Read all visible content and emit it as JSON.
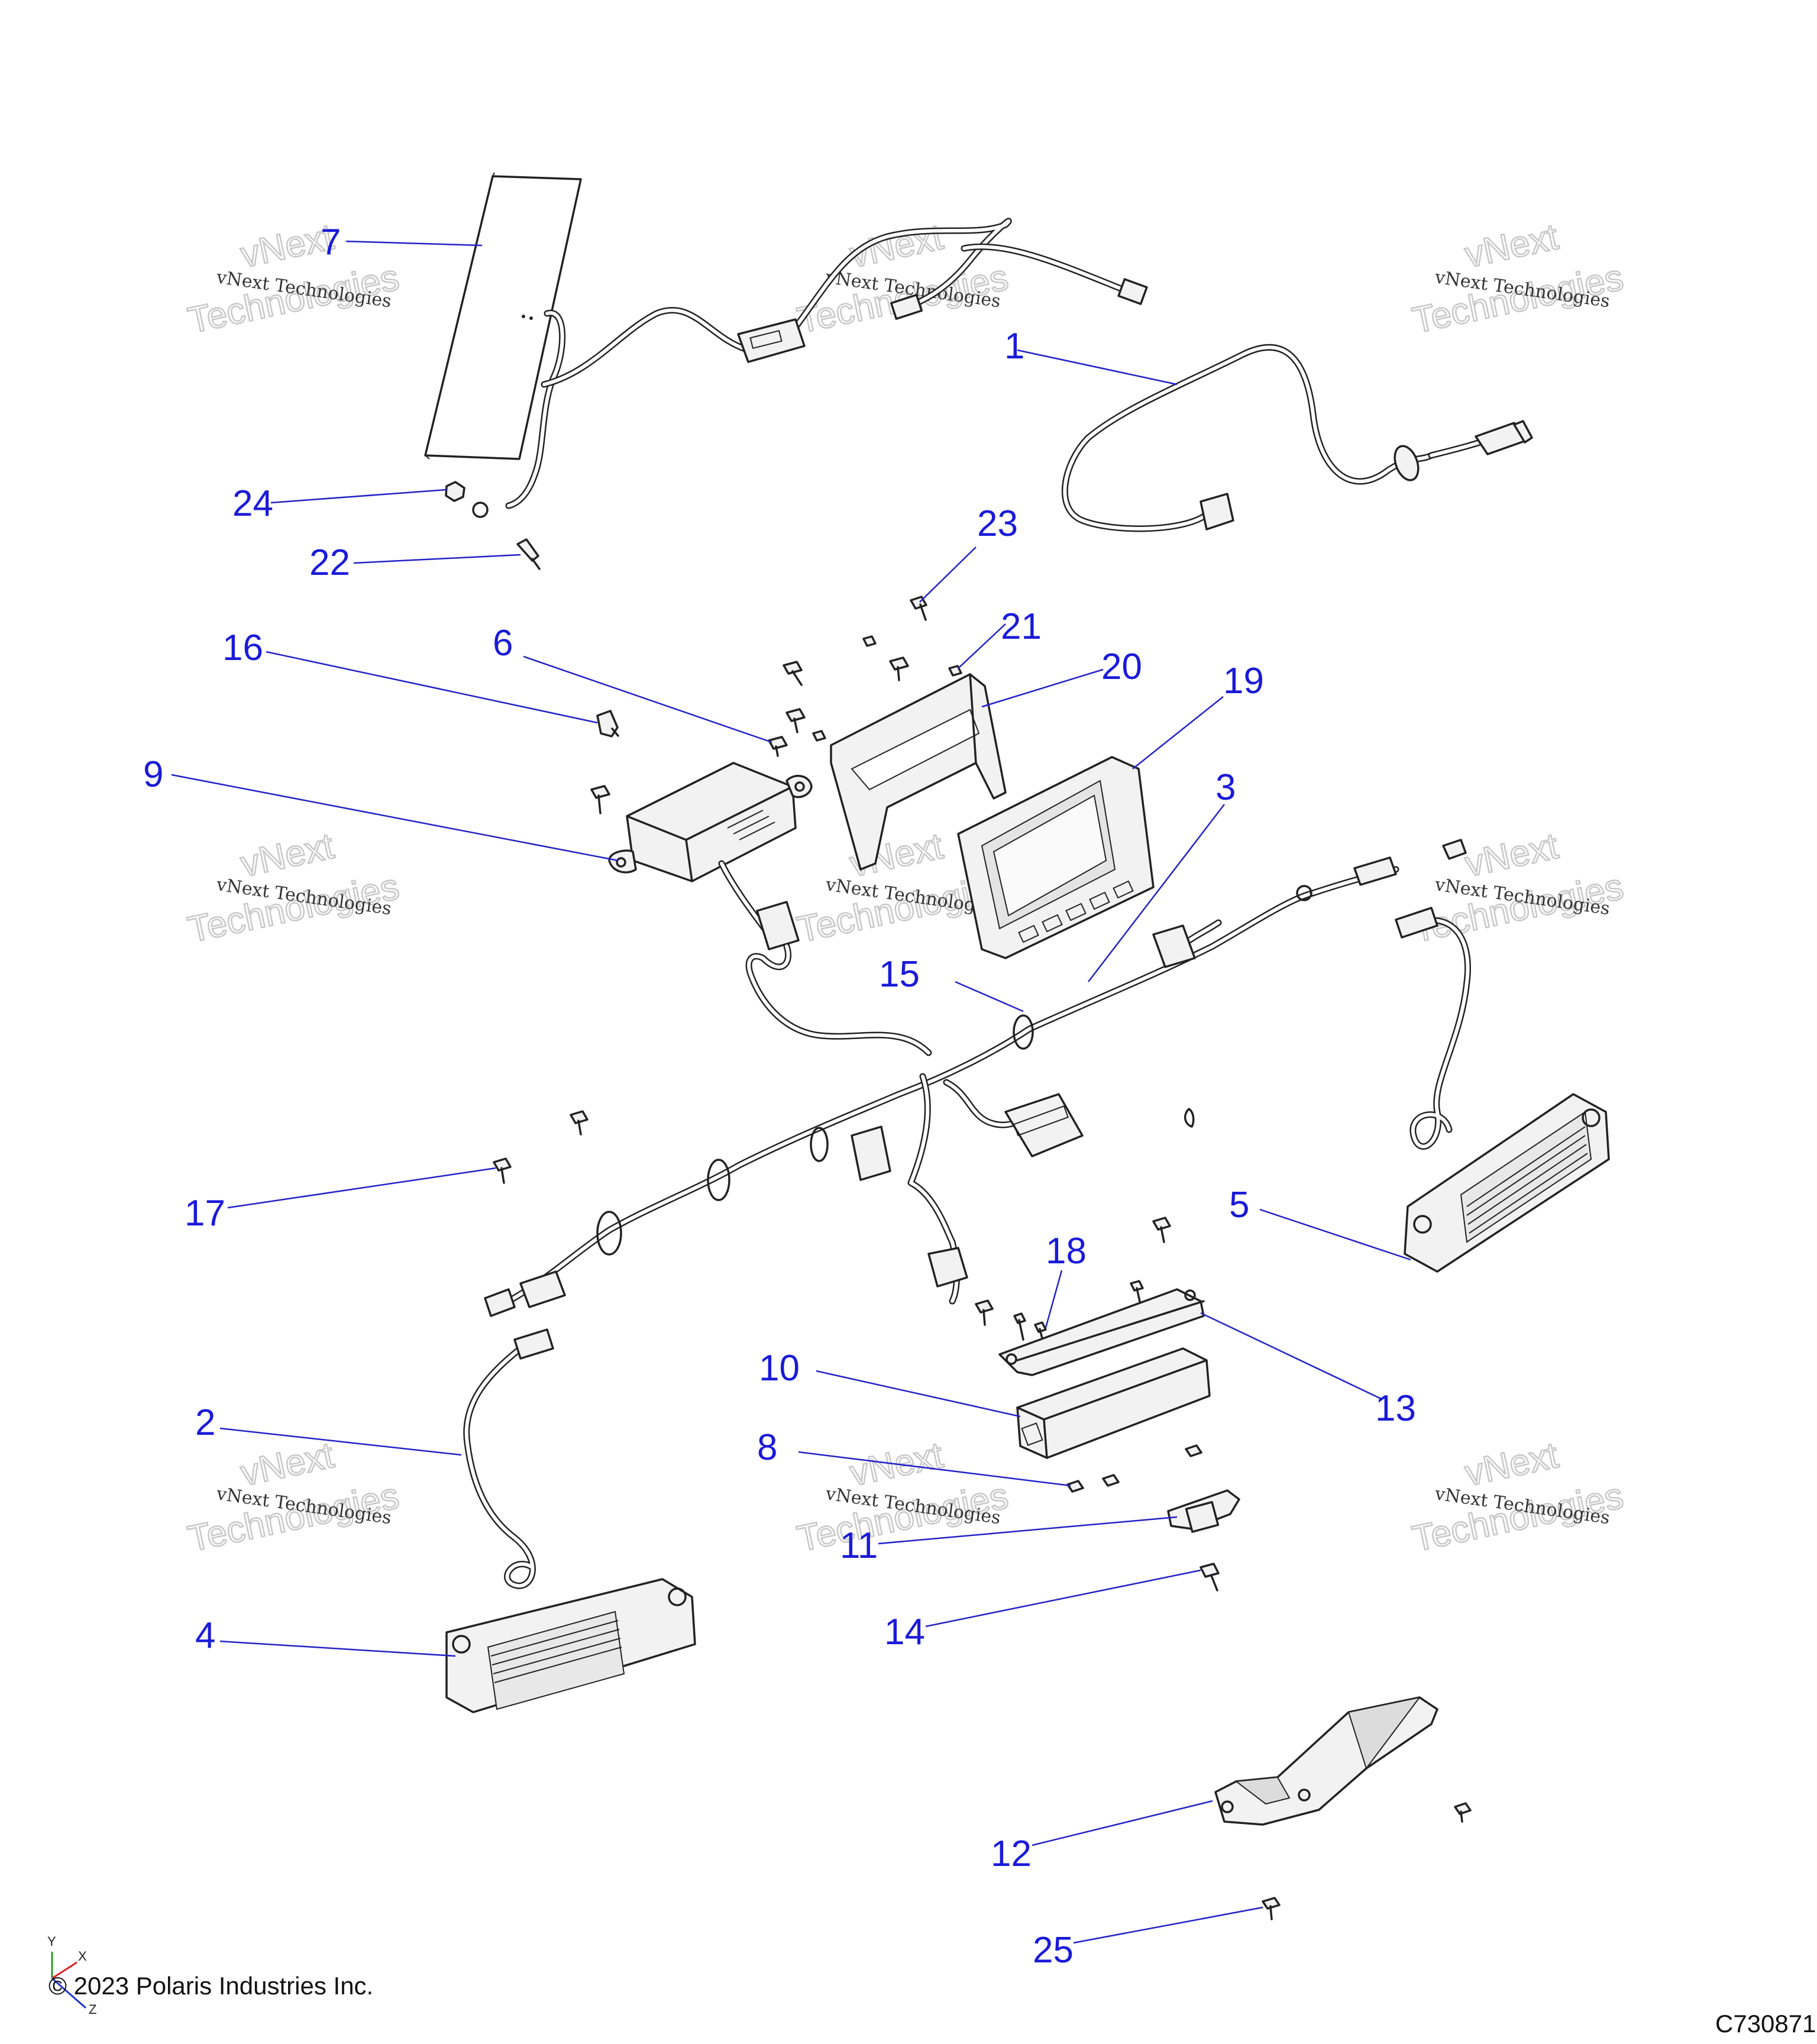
{
  "watermark": {
    "line1": "vNext Technologies",
    "line2": "Technologies",
    "line3": "vNext"
  },
  "callouts": [
    {
      "id": "1",
      "label": "1"
    },
    {
      "id": "2",
      "label": "2"
    },
    {
      "id": "3",
      "label": "3"
    },
    {
      "id": "4",
      "label": "4"
    },
    {
      "id": "5",
      "label": "5"
    },
    {
      "id": "6",
      "label": "6"
    },
    {
      "id": "7",
      "label": "7"
    },
    {
      "id": "8",
      "label": "8"
    },
    {
      "id": "9",
      "label": "9"
    },
    {
      "id": "10",
      "label": "10"
    },
    {
      "id": "11",
      "label": "11"
    },
    {
      "id": "12",
      "label": "12"
    },
    {
      "id": "13",
      "label": "13"
    },
    {
      "id": "14",
      "label": "14"
    },
    {
      "id": "15",
      "label": "15"
    },
    {
      "id": "16",
      "label": "16"
    },
    {
      "id": "17",
      "label": "17"
    },
    {
      "id": "18",
      "label": "18"
    },
    {
      "id": "19",
      "label": "19"
    },
    {
      "id": "20",
      "label": "20"
    },
    {
      "id": "21",
      "label": "21"
    },
    {
      "id": "22",
      "label": "22"
    },
    {
      "id": "23",
      "label": "23"
    },
    {
      "id": "24",
      "label": "24"
    },
    {
      "id": "25",
      "label": "25"
    }
  ],
  "footer": {
    "copyright": "© 2023 Polaris Industries Inc.",
    "drawing_number": "C730871"
  },
  "axes": {
    "y": "Y",
    "x": "X",
    "z": "Z"
  },
  "colors": {
    "callout": "#1a1ad9",
    "leader": "#2222c8",
    "line": "#222222"
  }
}
